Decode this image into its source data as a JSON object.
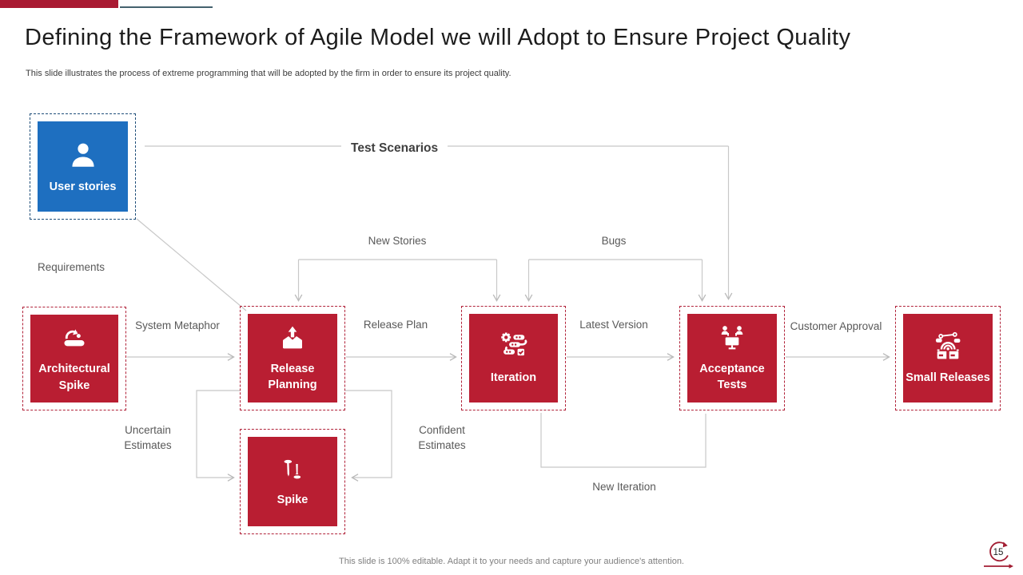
{
  "slide": {
    "title": "Defining the Framework of Agile Model we will Adopt to Ensure Project Quality",
    "subtitle": "This slide illustrates the process of extreme programming that will be adopted by the firm in order to  ensure its project quality.",
    "footer": "This slide is 100% editable. Adapt it to your needs and capture your audience's attention.",
    "page_number": "15"
  },
  "colors": {
    "box_red": "#b91e32",
    "top_bar_red": "#a91a32",
    "box_blue": "#1e6fc0",
    "blue_dash_border": "#1f4e79",
    "red_dash_border": "#b12239",
    "connector_gray": "#c8c8c8",
    "label_gray": "#595959",
    "accent_line_teal": "#44626e"
  },
  "nodes": [
    {
      "id": "user-stories",
      "label": "User stories",
      "icon": "person-icon",
      "color": "blue"
    },
    {
      "id": "architectural-spike",
      "label": "Architectural Spike",
      "icon": "curved-arrow-icon",
      "color": "red"
    },
    {
      "id": "release-planning",
      "label": "Release Planning",
      "icon": "release-box-icon",
      "color": "red"
    },
    {
      "id": "iteration",
      "label": "Iteration",
      "icon": "gear-workflow-icon",
      "color": "red"
    },
    {
      "id": "acceptance-tests",
      "label": "Acceptance Tests",
      "icon": "meeting-screen-icon",
      "color": "red"
    },
    {
      "id": "small-releases",
      "label": "Small Releases",
      "icon": "package-launch-icon",
      "color": "red"
    },
    {
      "id": "spike",
      "label": "Spike",
      "icon": "nails-icon",
      "color": "red"
    }
  ],
  "edge_labels": {
    "test_scenarios": "Test Scenarios",
    "new_stories": "New Stories",
    "bugs": "Bugs",
    "requirements": "Requirements",
    "system_metaphor": "System Metaphor",
    "release_plan": "Release Plan",
    "latest_version": "Latest Version",
    "customer_approval": "Customer Approval",
    "uncertain_estimates": "Uncertain Estimates",
    "confident_estimates": "Confident Estimates",
    "new_iteration": "New Iteration"
  }
}
